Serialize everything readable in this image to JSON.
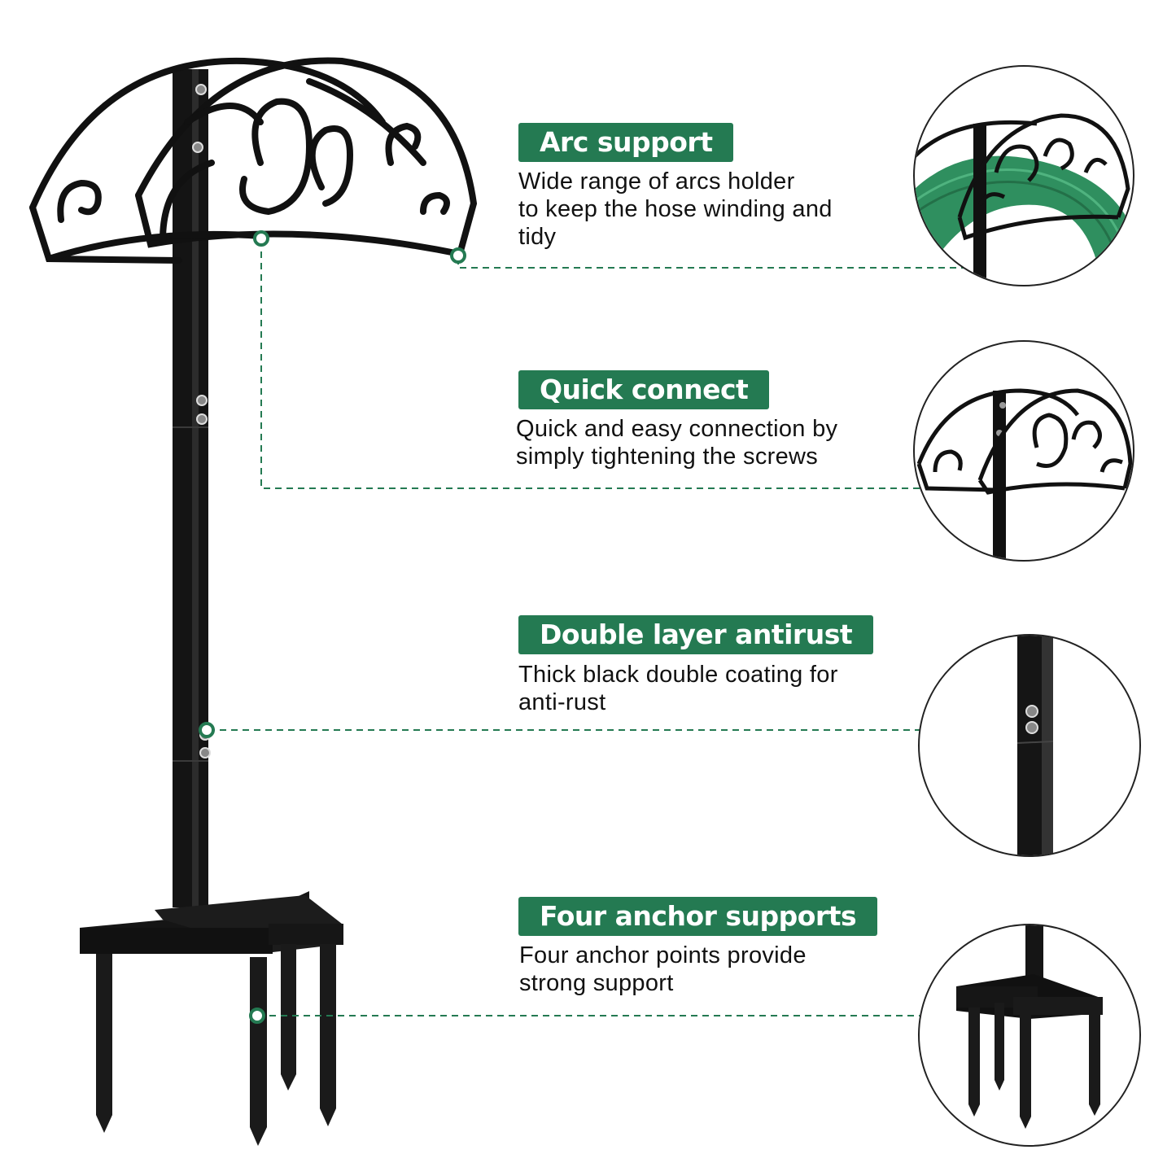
{
  "colors": {
    "accent_green": "#247a52",
    "badge_text": "#ffffff",
    "body_text": "#111111",
    "product_black": "#111111",
    "hose_green": "#2f8f5f"
  },
  "features": [
    {
      "title": "Arc support",
      "description": "Wide range of arcs holder\nto keep the hose winding and\ntidy",
      "detail_image": "hose-holder-with-green-hose-closeup"
    },
    {
      "title": "Quick connect",
      "description": "Quick and easy connection by\nsimply tightening the screws",
      "detail_image": "scroll-arc-holder-closeup"
    },
    {
      "title": "Double layer antirust",
      "description": "Thick black double coating for\nanti-rust",
      "detail_image": "pole-joint-screws-closeup"
    },
    {
      "title": "Four anchor supports",
      "description": "Four anchor points provide\nstrong support",
      "detail_image": "four-spike-base-closeup"
    }
  ],
  "product": {
    "name": "hose-holder-stand",
    "parts": [
      "scroll-arc-holder",
      "vertical-pole",
      "pole-joint-screws",
      "cross-base",
      "ground-spikes"
    ]
  }
}
